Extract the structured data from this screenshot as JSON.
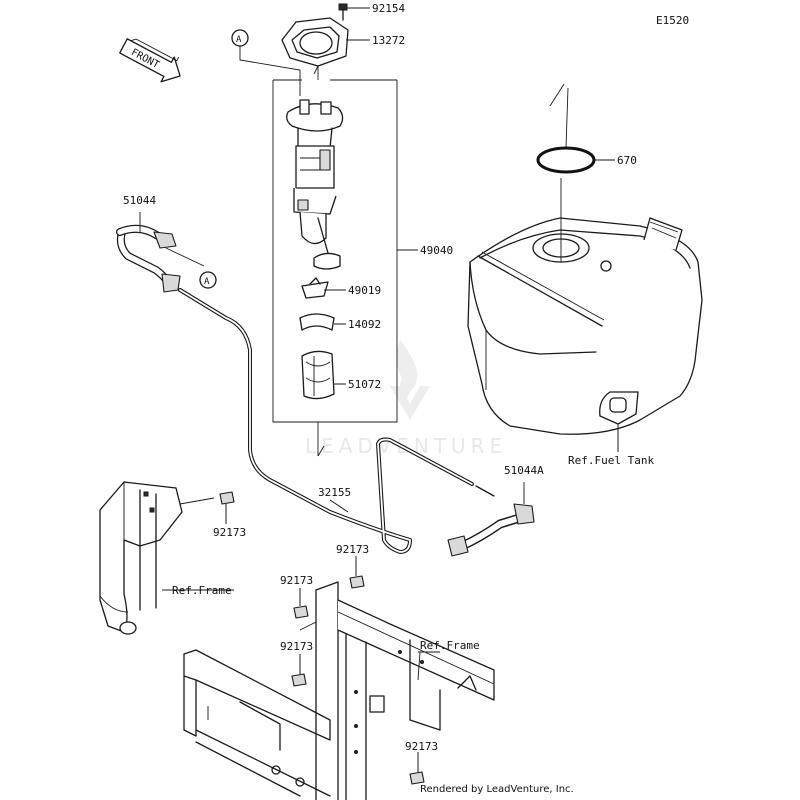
{
  "diagram_code": "E1520",
  "front_label": "FRONT",
  "watermark": "LEADVENTURE",
  "credit": "Rendered by LeadVenture, Inc.",
  "ref_label_a": "A",
  "parts": [
    {
      "number": "92154"
    },
    {
      "number": "13272"
    },
    {
      "number": "670"
    },
    {
      "number": "51044"
    },
    {
      "number": "49040"
    },
    {
      "number": "49019"
    },
    {
      "number": "14092"
    },
    {
      "number": "51072"
    },
    {
      "number": "51044A"
    },
    {
      "number": "32155"
    },
    {
      "number": "92173"
    }
  ],
  "refs": {
    "fuel_tank": "Ref.Fuel Tank",
    "frame": "Ref.Frame"
  }
}
